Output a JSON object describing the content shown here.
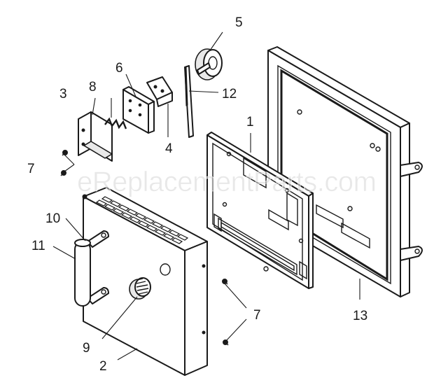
{
  "watermark": "eReplacementParts.com",
  "callouts": {
    "c1": "1",
    "c2": "2",
    "c3": "3",
    "c4": "4",
    "c5": "5",
    "c6": "6",
    "c7a": "7",
    "c7b": "7",
    "c8": "8",
    "c9": "9",
    "c10": "10",
    "c11": "11",
    "c12": "12",
    "c13": "13"
  }
}
